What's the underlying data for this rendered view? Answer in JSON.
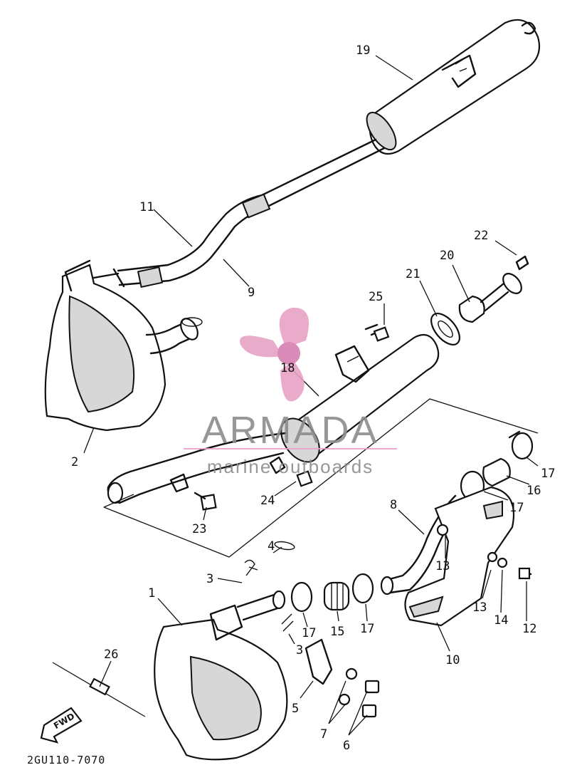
{
  "diagram_code": "2GU110-7070",
  "fwd_label": "FWD",
  "watermark": {
    "brand": "ARMADA",
    "tagline": "marine outboards",
    "colors": {
      "text": "#8c8c8c",
      "logo": "#e7a2c4",
      "logo_center": "#d67fb0",
      "rule": "#e7a2c4"
    }
  },
  "callouts": [
    "1",
    "2",
    "3",
    "3",
    "4",
    "5",
    "6",
    "7",
    "8",
    "9",
    "10",
    "11",
    "12",
    "13",
    "13",
    "14",
    "15",
    "16",
    "17",
    "17",
    "17",
    "17",
    "18",
    "19",
    "20",
    "21",
    "22",
    "23",
    "24",
    "25",
    "26"
  ]
}
